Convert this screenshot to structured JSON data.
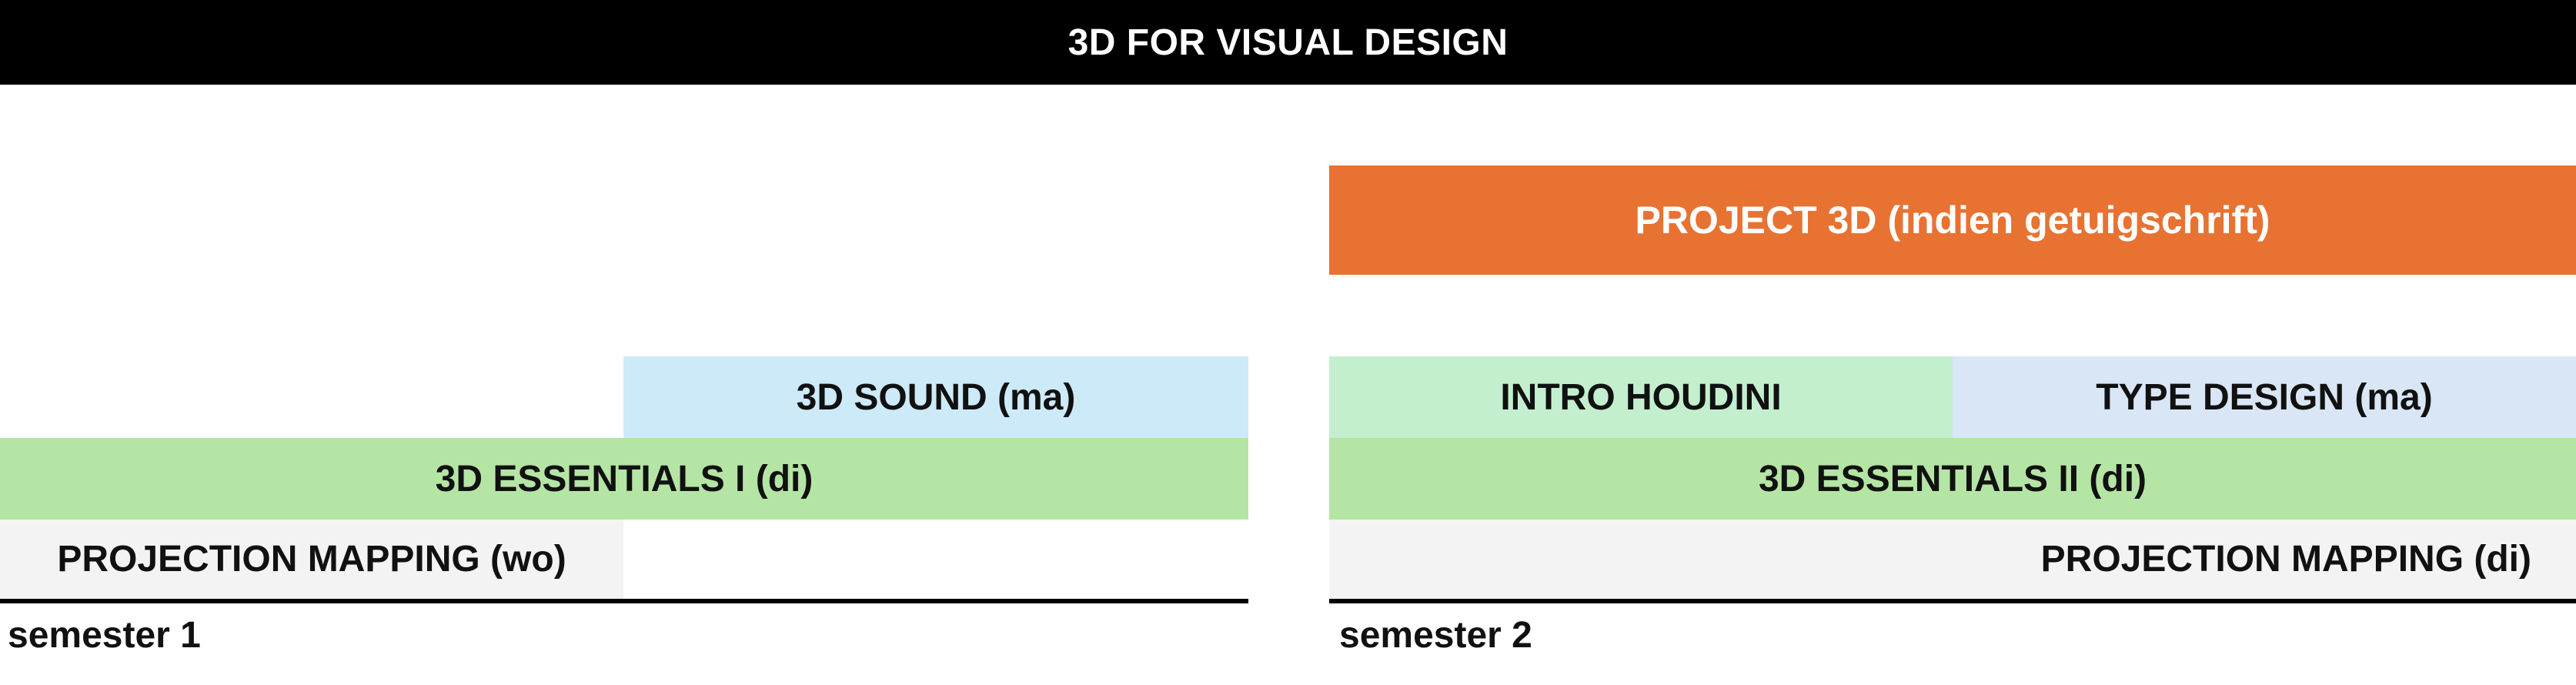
{
  "header": {
    "title": "3D FOR VISUAL DESIGN",
    "background": "#000000",
    "color": "#ffffff"
  },
  "semester1": {
    "label": "semester 1",
    "blocks": {
      "sound": {
        "label": "3D SOUND (ma)",
        "color": "#cdeaf8"
      },
      "essentials": {
        "label": "3D ESSENTIALS I (di)",
        "color": "#b5e5a5"
      },
      "projection": {
        "label": "PROJECTION MAPPING (wo)",
        "color": "#f3f3f3"
      }
    }
  },
  "semester2": {
    "label": "semester 2",
    "blocks": {
      "project": {
        "label": "PROJECT 3D (indien getuigschrift)",
        "color": "#e87232"
      },
      "houdini": {
        "label": "INTRO HOUDINI",
        "color": "#c3efcf"
      },
      "type_design": {
        "label": "TYPE DESIGN (ma)",
        "color": "#d9e6f6"
      },
      "essentials": {
        "label": "3D ESSENTIALS II (di)",
        "color": "#b5e5a5"
      },
      "projection": {
        "label": "PROJECTION MAPPING (di)",
        "color": "#f3f3f3"
      }
    }
  },
  "baseline_color": "#000000"
}
